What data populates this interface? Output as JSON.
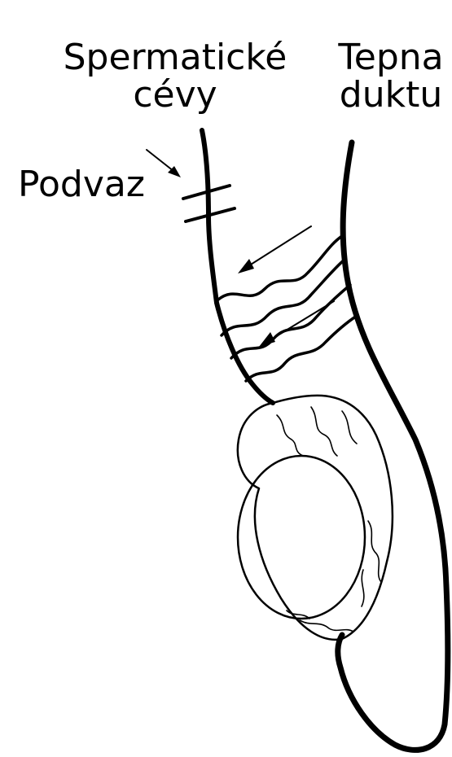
{
  "labels": {
    "spermatic_line1": "Spermatické",
    "spermatic_line2": "cévy",
    "artery_line1": "Tepna",
    "artery_line2": "duktu",
    "ligation": "Podvaz"
  },
  "colors": {
    "ink": "#000000",
    "background": "#ffffff"
  }
}
